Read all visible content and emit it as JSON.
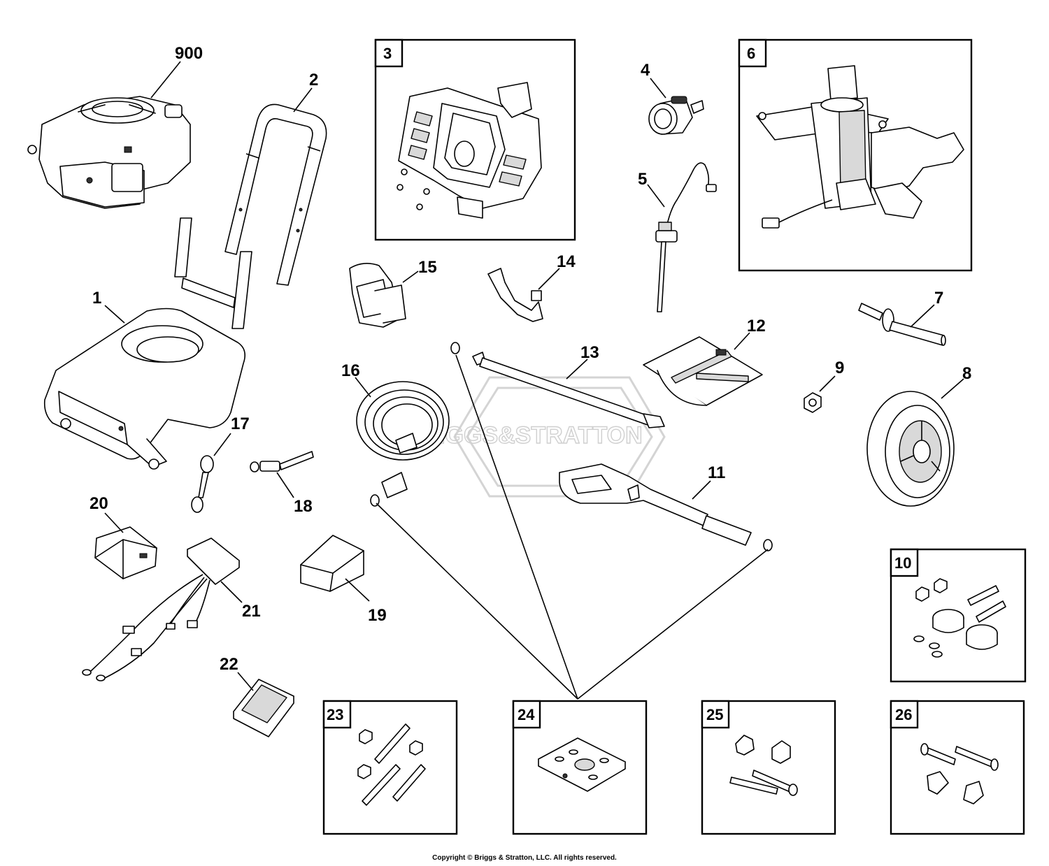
{
  "watermark_text": "BRIGGS&STRATTON",
  "copyright": "Copyright © Briggs & Stratton, LLC. All rights reserved.",
  "callouts": {
    "p900": "900",
    "p1": "1",
    "p2": "2",
    "p4": "4",
    "p5": "5",
    "p7": "7",
    "p8": "8",
    "p9": "9",
    "p11": "11",
    "p12": "12",
    "p13": "13",
    "p14": "14",
    "p15": "15",
    "p16": "16",
    "p17": "17",
    "p18": "18",
    "p19": "19",
    "p20": "20",
    "p21": "21",
    "p22": "22"
  },
  "boxes": {
    "b3": "3",
    "b6": "6",
    "b10": "10",
    "b23": "23",
    "b24": "24",
    "b25": "25",
    "b26": "26"
  }
}
